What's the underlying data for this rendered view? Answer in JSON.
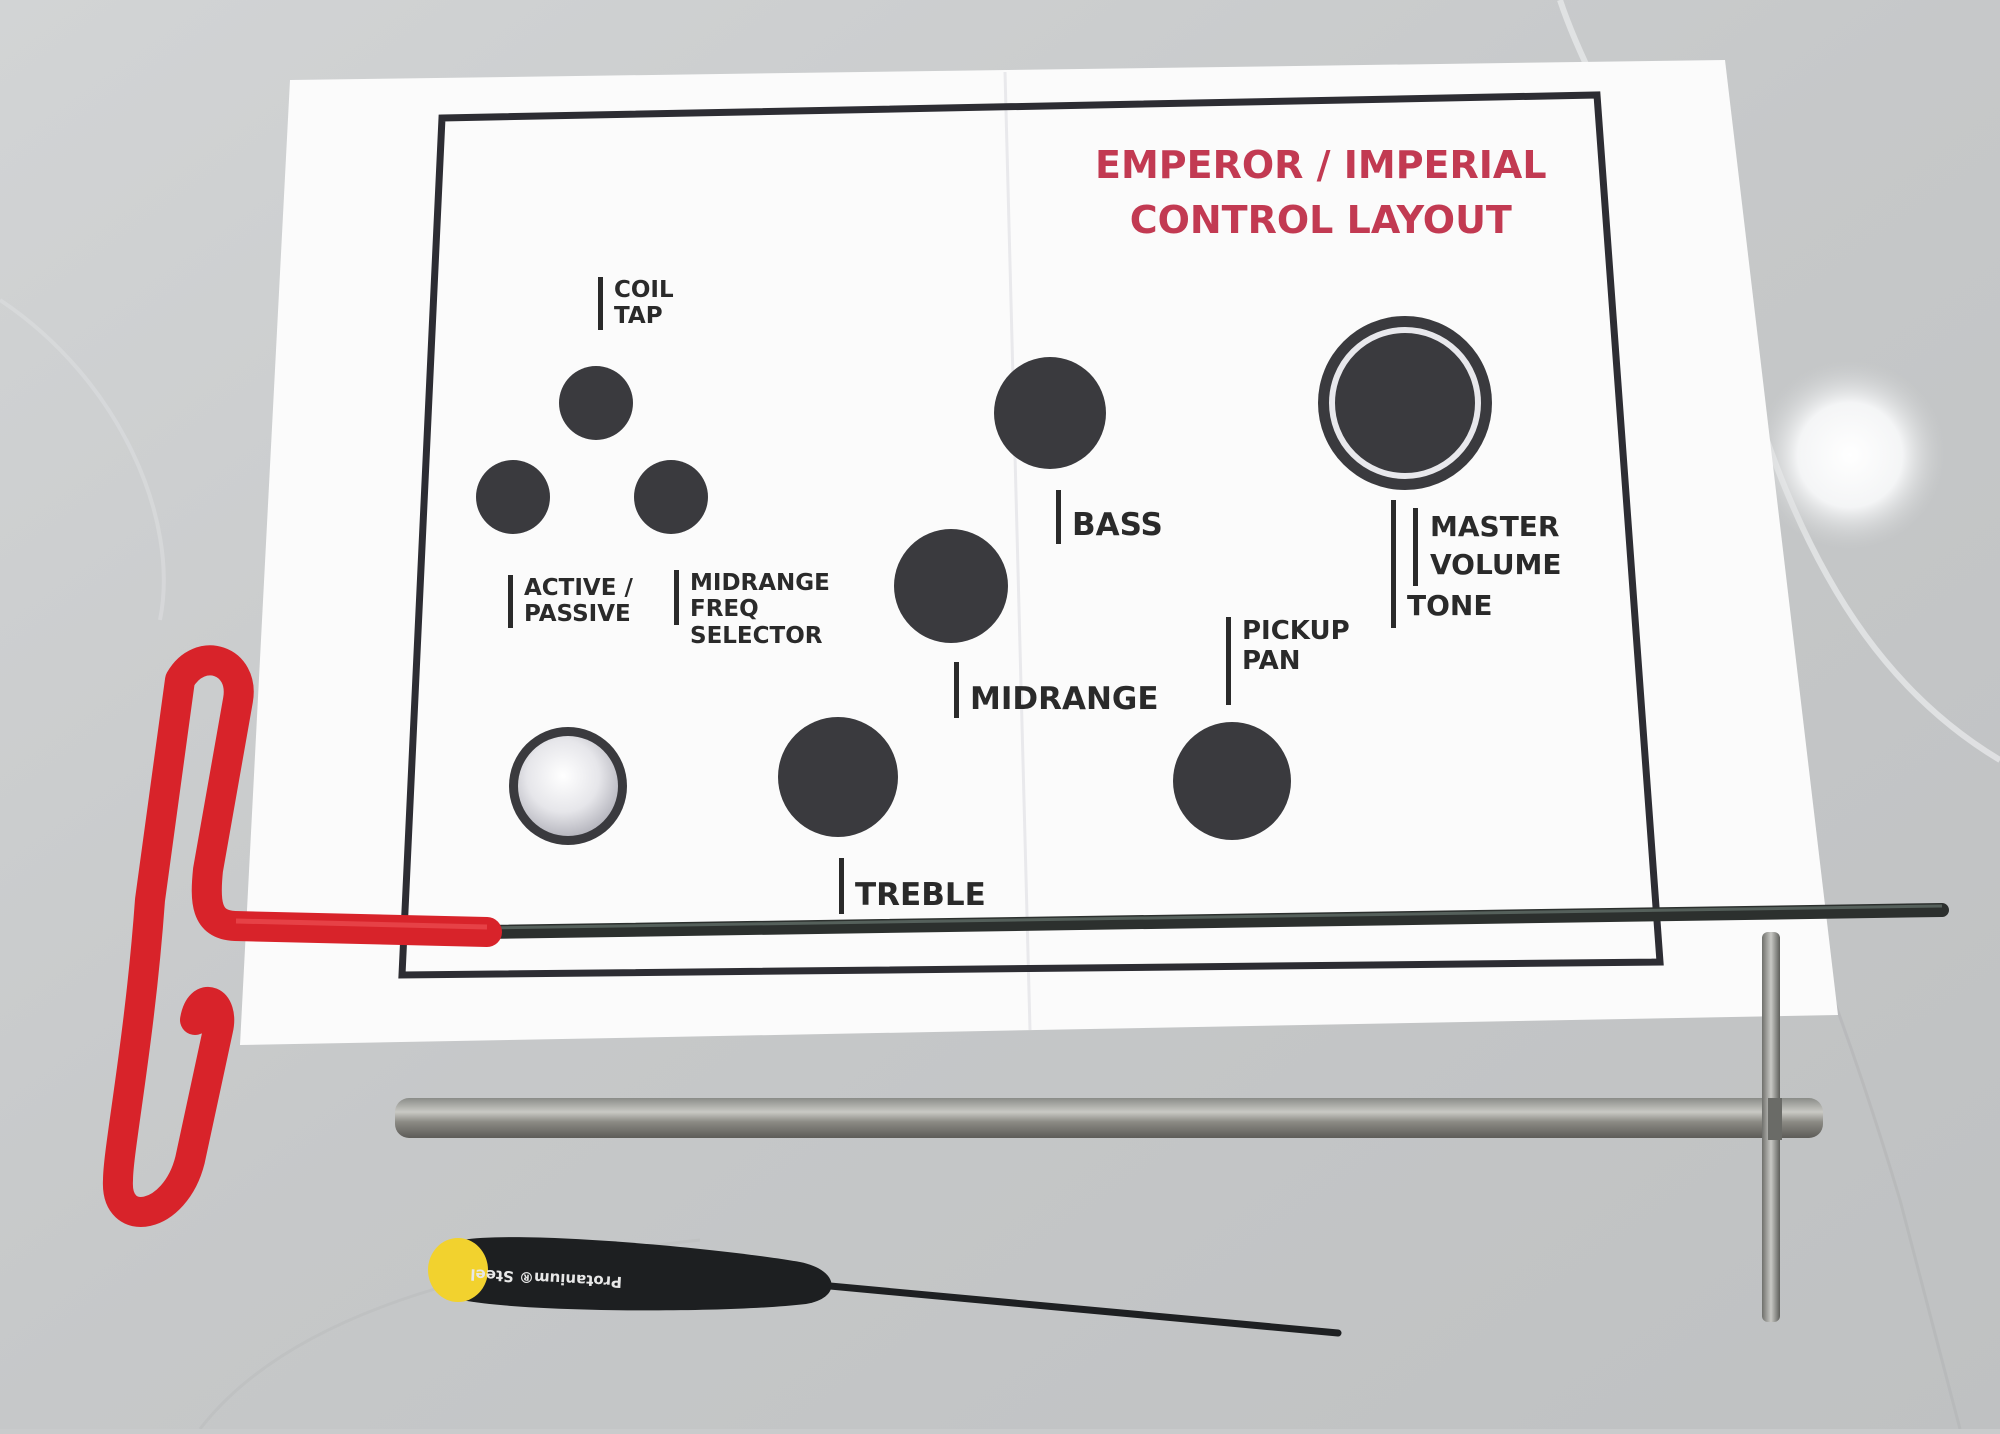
{
  "sheet": {
    "title_line1": "EMPEROR / IMPERIAL",
    "title_line2": "CONTROL LAYOUT",
    "title_color": "#c23a52",
    "labels": {
      "coil_tap": [
        "COIL",
        "TAP"
      ],
      "active_passive": [
        "ACTIVE /",
        "PASSIVE"
      ],
      "midrange_freq": [
        "MIDRANGE",
        "FREQ",
        "SELECTOR"
      ],
      "bass": "BASS",
      "midrange": "MIDRANGE",
      "treble": "TREBLE",
      "pickup_pan": [
        "PICKUP",
        "PAN"
      ],
      "master_volume": [
        "MASTER",
        "VOLUME"
      ],
      "tone": "TONE"
    }
  },
  "tools": {
    "screwdriver_brand": "Protanium® Steel",
    "t_handle_color": "#d8232a",
    "screwdriver_tip_color": "#f2d22e"
  }
}
